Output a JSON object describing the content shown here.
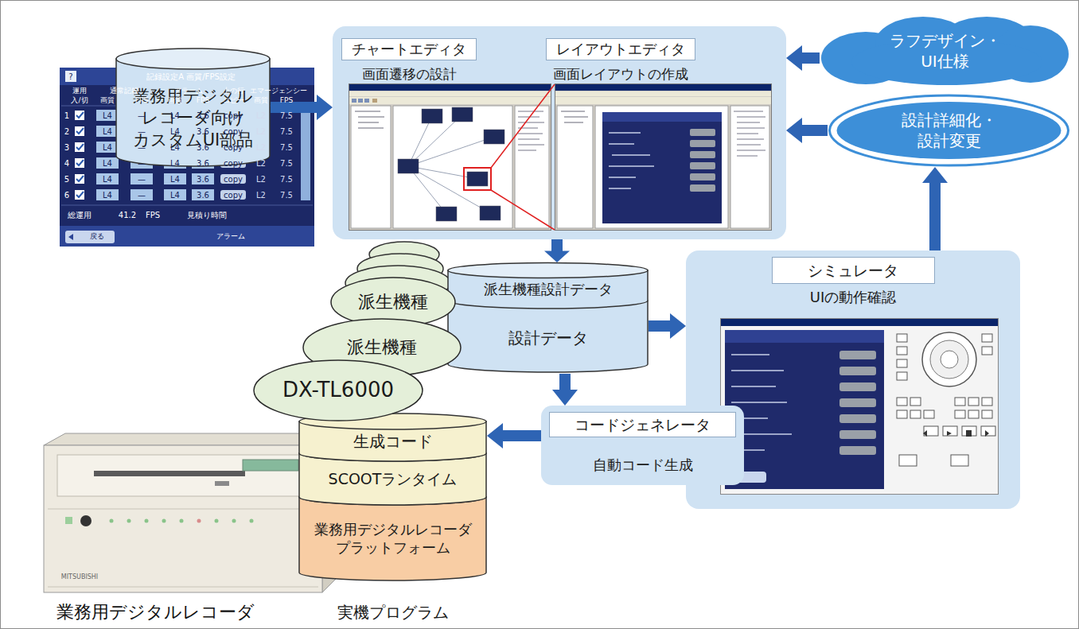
{
  "diagram": {
    "nodes": [
      {
        "text": [
          "業務用デジタル レコーダ向け カスタムUI部品"
        ]
      },
      {
        "text": []
      },
      {
        "text": [
          "チャートエディタ",
          "画面遷移の設計"
        ],
        "in": 1
      },
      {
        "text": [
          "レイアウトエディタ",
          "画面レイアウトの作成"
        ],
        "in": 1
      },
      {
        "text": [
          "ラフデザイン・ UI仕様"
        ]
      },
      {
        "text": [
          "設計詳細化・ 設計変更"
        ]
      },
      {
        "text": [
          "派生機種設計データ",
          "設計データ"
        ]
      },
      {
        "text": [
          "シミュレータ",
          "UIの動作確認"
        ]
      },
      {
        "text": [
          "コードジェネレータ",
          "自動コード生成"
        ]
      },
      {
        "text": [
          "生成コード",
          "SCOOTランタイム",
          "業務用デジタルレコーダ プラットフォーム",
          "実機プログラム"
        ]
      },
      {
        "text": [
          "派生機種"
        ]
      },
      {
        "text": [
          "派生機種"
        ]
      },
      {
        "text": [
          "DX-TL6000"
        ]
      }
    ],
    "edges": [
      {
        "from": 0,
        "to": 1,
        "arrow": "to"
      },
      {
        "from": 4,
        "to": 1,
        "arrow": "to"
      },
      {
        "from": 5,
        "to": 1,
        "arrow": "to"
      },
      {
        "from": 1,
        "to": 6,
        "arrow": "to"
      },
      {
        "from": 6,
        "to": 7,
        "arrow": "to"
      },
      {
        "from": 7,
        "to": 5,
        "arrow": "to"
      },
      {
        "from": 6,
        "to": 8,
        "arrow": "to"
      },
      {
        "from": 8,
        "to": 9,
        "arrow": "to"
      }
    ],
    "labels": [
      "業務用デジタルレコーダ",
      "MITSUBISHI",
      "記録設定A 画質/FPS設定",
      "運用",
      "通常記録",
      "アラーム",
      "上の行",
      "エマージェンシー",
      "入/切",
      "画質",
      "FPS",
      "画質",
      "FPS",
      "コピー",
      "画質",
      "FPS",
      "1",
      "L4",
      "—",
      "L4",
      "3.6",
      "copy",
      "L2",
      "7.5",
      "2",
      "L4",
      "—",
      "L4",
      "3.6",
      "copy",
      "L2",
      "7.5",
      "3",
      "L4",
      "—",
      "L4",
      "3.6",
      "copy",
      "L2",
      "7.5",
      "4",
      "L4",
      "—",
      "L4",
      "3.6",
      "copy",
      "L2",
      "7.5",
      "5",
      "L4",
      "—",
      "L4",
      "3.6",
      "copy",
      "L2",
      "7.5",
      "6",
      "L4",
      "—",
      "L4",
      "3.6",
      "copy",
      "L2",
      "7.5",
      "総運用",
      "41.2",
      "FPS",
      "見積り時間",
      "戻る",
      "アラーム",
      "?"
    ]
  }
}
